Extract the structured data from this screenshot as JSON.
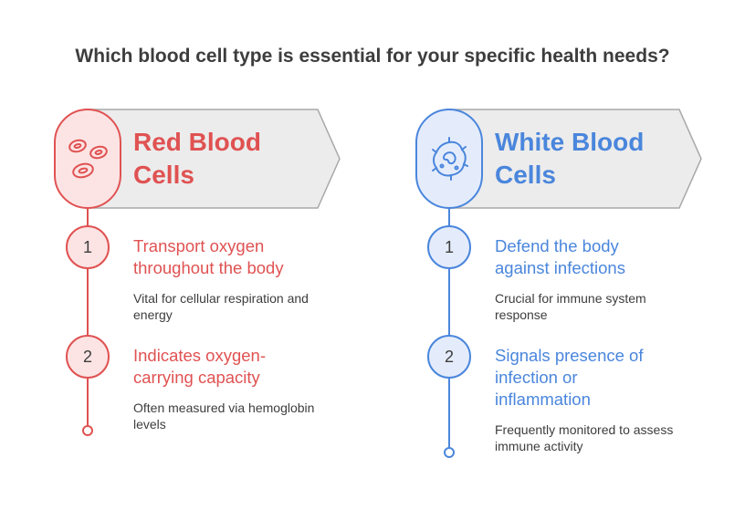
{
  "title": "Which blood cell type is essential for your specific health needs?",
  "columns": [
    {
      "header": [
        "Red Blood",
        "Cells"
      ],
      "accent": "#e05252",
      "icon": "red-blood-cells-icon",
      "steps": [
        {
          "num": "1",
          "title": "Transport oxygen throughout the body",
          "desc": "Vital for cellular respiration and energy"
        },
        {
          "num": "2",
          "title": "Indicates oxygen-carrying capacity",
          "desc": "Often measured via hemoglobin levels"
        }
      ]
    },
    {
      "header": [
        "White Blood",
        "Cells"
      ],
      "accent": "#4a86dc",
      "icon": "white-blood-cell-icon",
      "steps": [
        {
          "num": "1",
          "title": "Defend the body against infections",
          "desc": "Crucial for immune system response"
        },
        {
          "num": "2",
          "title": "Signals presence of infection or inflammation",
          "desc": "Frequently monitored to assess immune activity"
        }
      ]
    }
  ]
}
